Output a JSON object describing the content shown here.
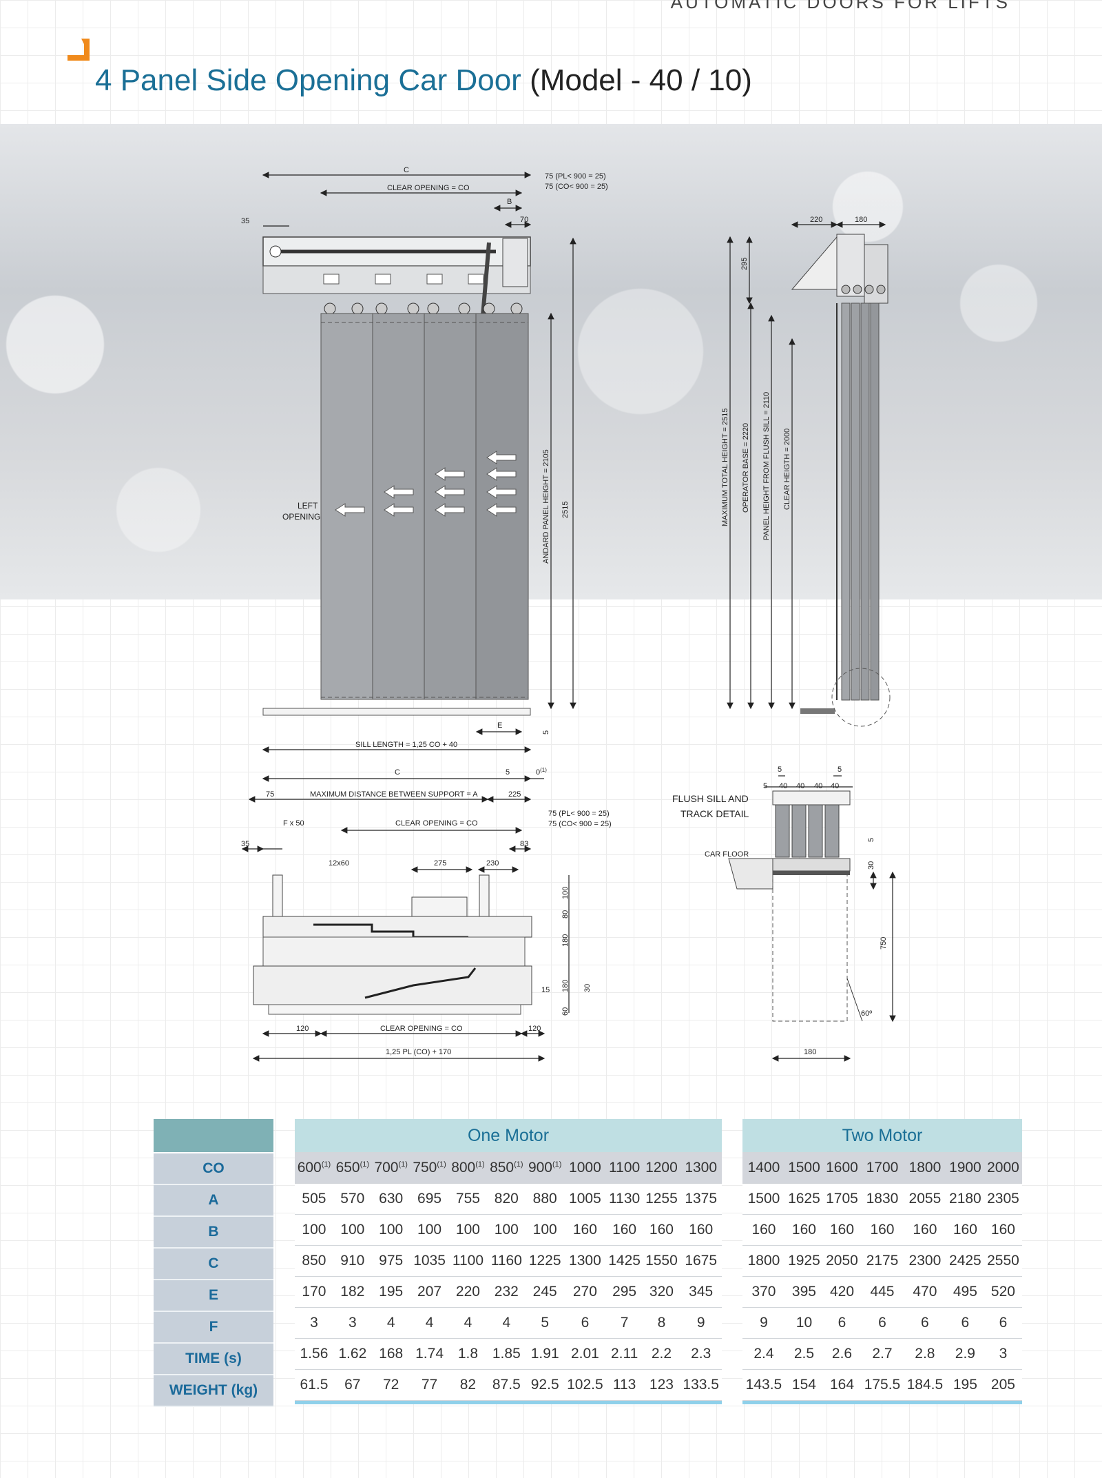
{
  "header": {
    "brand": "AUTOMATIC DOORS FOR LIFTS",
    "title_main": "4 Panel Side Opening Car Door",
    "title_model": "(Model - 40 / 10)"
  },
  "drawing": {
    "front": {
      "c": "C",
      "clear_opening": "CLEAR OPENING = CO",
      "note_pl": "75 (PL< 900 = 25)",
      "note_co": "75 (CO< 900 = 25)",
      "b": "B",
      "d70": "70",
      "d35": "35",
      "left_opening_1": "LEFT",
      "left_opening_2": "OPENING",
      "standard_panel_height": "ANDARD PANEL HEIGHT = 2105",
      "d2515": "2515",
      "e": "E",
      "d5": "5",
      "sill_length": "SILL LENGTH = 1,25 CO + 40"
    },
    "side": {
      "d220": "220",
      "d180": "180",
      "d295": "295",
      "max_total_height": "MAXIMUM TOTAL HEIGHT = 2515",
      "operator_base": "OPERATOR BASE = 2220",
      "panel_height_flush": "PANEL HEIGHT FROM FLUSH SILL = 2110",
      "clear_height": "CLEAR HEIGTH = 2000"
    },
    "plan": {
      "c": "C",
      "d5": "5",
      "zero_note": "0",
      "zero_sup": "(1)",
      "d75": "75",
      "max_distance": "MAXIMUM DISTANCE BETWEEN SUPPORT = A",
      "d225": "225",
      "f50": "F x 50",
      "clear_opening": "CLEAR OPENING = CO",
      "note_pl": "75 (PL< 900 = 25)",
      "note_co": "75 (CO< 900 = 25)",
      "d35": "35",
      "d83": "83",
      "slot": "12x60",
      "d275": "275",
      "d230": "230",
      "d100": "100",
      "d80": "80",
      "d180a": "180",
      "d15": "15",
      "d180b": "180",
      "d30": "30",
      "d60": "60",
      "d120a": "120",
      "d120b": "120",
      "clear_opening_bottom": "CLEAR OPENING = CO",
      "total": "1,25 PL  (CO) + 170"
    },
    "sill": {
      "d5a": "5",
      "d5b": "5",
      "d5c": "5",
      "d40a": "40",
      "d40b": "40",
      "d40c": "40",
      "d40d": "40",
      "title_1": "FLUSH SILL AND",
      "title_2": "TRACK DETAIL",
      "car_floor": "CAR FLOOR",
      "d5d": "5",
      "d30": "30",
      "d750": "750",
      "angle": "60º",
      "d180": "180"
    }
  },
  "table": {
    "row_labels": [
      "CO",
      "A",
      "B",
      "C",
      "E",
      "F",
      "TIME (s)",
      "WEIGHT (kg)"
    ],
    "one_motor": {
      "header": "One Motor",
      "co": [
        {
          "v": "600",
          "s": "(1)"
        },
        {
          "v": "650",
          "s": "(1)"
        },
        {
          "v": "700",
          "s": "(1)"
        },
        {
          "v": "750",
          "s": "(1)"
        },
        {
          "v": "800",
          "s": "(1)"
        },
        {
          "v": "850",
          "s": "(1)"
        },
        {
          "v": "900",
          "s": "(1)"
        },
        {
          "v": "1000",
          "s": ""
        },
        {
          "v": "1100",
          "s": ""
        },
        {
          "v": "1200",
          "s": ""
        },
        {
          "v": "1300",
          "s": ""
        }
      ],
      "rows": [
        [
          "505",
          "570",
          "630",
          "695",
          "755",
          "820",
          "880",
          "1005",
          "1130",
          "1255",
          "1375"
        ],
        [
          "100",
          "100",
          "100",
          "100",
          "100",
          "100",
          "100",
          "160",
          "160",
          "160",
          "160"
        ],
        [
          "850",
          "910",
          "975",
          "1035",
          "1100",
          "1160",
          "1225",
          "1300",
          "1425",
          "1550",
          "1675"
        ],
        [
          "170",
          "182",
          "195",
          "207",
          "220",
          "232",
          "245",
          "270",
          "295",
          "320",
          "345"
        ],
        [
          "3",
          "3",
          "4",
          "4",
          "4",
          "4",
          "5",
          "6",
          "7",
          "8",
          "9"
        ],
        [
          "1.56",
          "1.62",
          "168",
          "1.74",
          "1.8",
          "1.85",
          "1.91",
          "2.01",
          "2.11",
          "2.2",
          "2.3"
        ],
        [
          "61.5",
          "67",
          "72",
          "77",
          "82",
          "87.5",
          "92.5",
          "102.5",
          "113",
          "123",
          "133.5"
        ]
      ]
    },
    "two_motor": {
      "header": "Two Motor",
      "co": [
        "1400",
        "1500",
        "1600",
        "1700",
        "1800",
        "1900",
        "2000"
      ],
      "rows": [
        [
          "1500",
          "1625",
          "1705",
          "1830",
          "2055",
          "2180",
          "2305"
        ],
        [
          "160",
          "160",
          "160",
          "160",
          "160",
          "160",
          "160"
        ],
        [
          "1800",
          "1925",
          "2050",
          "2175",
          "2300",
          "2425",
          "2550"
        ],
        [
          "370",
          "395",
          "420",
          "445",
          "470",
          "495",
          "520"
        ],
        [
          "9",
          "10",
          "6",
          "6",
          "6",
          "6",
          "6"
        ],
        [
          "2.4",
          "2.5",
          "2.6",
          "2.7",
          "2.8",
          "2.9",
          "3"
        ],
        [
          "143.5",
          "154",
          "164",
          "175.5",
          "184.5",
          "195",
          "205"
        ]
      ]
    }
  },
  "colors": {
    "title_blue": "#1a6f96",
    "accent_orange": "#f08a1c",
    "label_teal": "#7fb1b5",
    "header_teal": "#bfdfe3",
    "panel_gray": "#a4a7ab"
  }
}
